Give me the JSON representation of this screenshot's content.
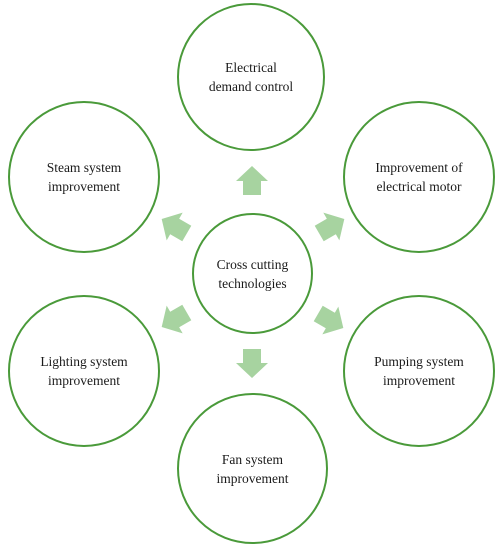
{
  "diagram": {
    "center": "Cross cutting\ntechnologies",
    "nodes": {
      "top": "Electrical\ndemand control",
      "top_right": "Improvement of\nelectrical motor",
      "bottom_right": "Pumping system\nimprovement",
      "bottom": "Fan system\nimprovement",
      "bottom_left": "Lighting system\nimprovement",
      "top_left": "Steam system\nimprovement"
    }
  },
  "colors": {
    "circle_stroke": "#4a9a3a",
    "arrow_fill": "#a7d3a0",
    "text": "#1a1a1a"
  }
}
